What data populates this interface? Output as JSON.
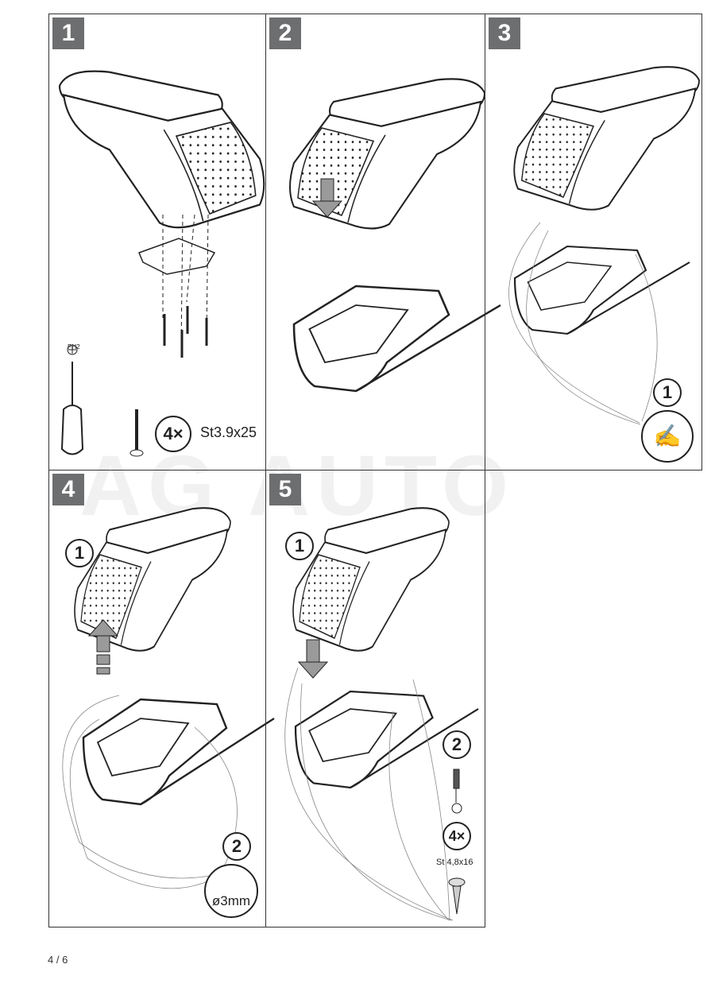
{
  "watermark": "AG AUTO",
  "steps": [
    {
      "number": "1"
    },
    {
      "number": "2"
    },
    {
      "number": "3"
    },
    {
      "number": "4"
    },
    {
      "number": "5"
    }
  ],
  "step1": {
    "tool_label": "PH2",
    "quantity": "4×",
    "screw_spec": "St3.9x25"
  },
  "step3": {
    "callout": "1",
    "icon": "hand-pressing-icon"
  },
  "step4": {
    "callout1": "1",
    "callout2": "2",
    "drill_spec": "ø3mm",
    "icon": "drill-bit-icon"
  },
  "step5": {
    "callout1": "1",
    "callout2": "2",
    "quantity": "4×",
    "screw_spec": "St 4,8x16"
  },
  "footer": {
    "page": "4 / 6"
  },
  "colors": {
    "step_badge": "#6d6e70",
    "arrow_fill": "#9a9a9a",
    "line": "#222222"
  }
}
